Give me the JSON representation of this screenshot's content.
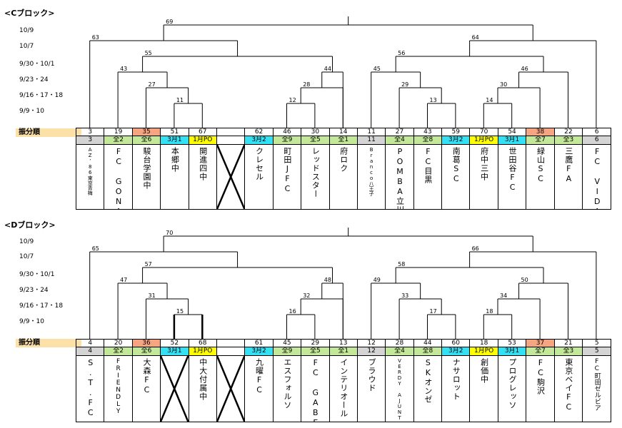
{
  "dates": [
    "10/9",
    "10/7",
    "9/30・10/1",
    "9/23・24",
    "9/16・17・18",
    "9/9・10"
  ],
  "alloc_label": "振分順",
  "colors": {
    "green": "#c4e89a",
    "cyan": "#33e0f4",
    "yellow": "#ffff00",
    "orange": "#f5a582",
    "gray": "#d4d4d4",
    "alloc_bg": "#fbe0a8"
  },
  "blocks": [
    {
      "title": "<Cブロック>",
      "seeds": [
        "3",
        "19",
        "35",
        "51",
        "67",
        "",
        "62",
        "46",
        "30",
        "14",
        "11",
        "27",
        "43",
        "59",
        "70",
        "54",
        "38",
        "22",
        "6"
      ],
      "seed_colors": [
        "",
        "",
        "orange",
        "",
        "",
        "",
        "",
        "",
        "",
        "",
        "",
        "",
        "",
        "",
        "",
        "",
        "orange",
        "",
        ""
      ],
      "alloc": [
        "3",
        "全2",
        "全6",
        "3月1",
        "1月PO",
        "",
        "3月2",
        "全9",
        "全5",
        "全1",
        "11",
        "全4",
        "全8",
        "3月2",
        "1月PO",
        "3月1",
        "全7",
        "全3",
        "6"
      ],
      "alloc_colors": [
        "gray",
        "green",
        "green",
        "cyan",
        "yellow",
        "",
        "cyan",
        "green",
        "green",
        "green",
        "gray",
        "green",
        "green",
        "cyan",
        "yellow",
        "cyan",
        "green",
        "green",
        "gray"
      ],
      "teams": [
        "AZ’86東京青梅",
        "FC GONA",
        "駿台学園中",
        "本郷中",
        "開進四中",
        "",
        "クレセル",
        "町田JFC",
        "レッドスター",
        "府ロク",
        "Branco八王子",
        "POMBA立川",
        "FC目黒",
        "南葛SC",
        "府中三中",
        "世田谷FC",
        "緑山SC",
        "三鷹FA",
        "FC VIDA"
      ],
      "team_sizes": [
        "sm",
        "",
        "",
        "",
        "",
        "",
        "",
        "",
        "",
        "",
        "sm",
        "",
        "",
        "",
        "",
        "",
        "",
        "",
        ""
      ],
      "matches": [
        "69",
        "63",
        "64",
        "55",
        "56",
        "43",
        "44",
        "45",
        "46",
        "27",
        "28",
        "29",
        "30",
        "11",
        "12",
        "13",
        "14"
      ]
    },
    {
      "title": "<Dブロック>",
      "seeds": [
        "4",
        "20",
        "36",
        "52",
        "68",
        "",
        "61",
        "45",
        "29",
        "13",
        "12",
        "28",
        "44",
        "60",
        "18",
        "53",
        "37",
        "21",
        "5"
      ],
      "seed_colors": [
        "",
        "",
        "orange",
        "",
        "",
        "",
        "",
        "",
        "",
        "",
        "",
        "",
        "",
        "",
        "",
        "",
        "orange",
        "",
        ""
      ],
      "alloc": [
        "4",
        "全2",
        "全6",
        "3月1",
        "1月PO",
        "",
        "3月2",
        "全9",
        "全5",
        "全1",
        "12",
        "全4",
        "全8",
        "3月2",
        "1月PO",
        "3月1",
        "全7",
        "全3",
        "5"
      ],
      "alloc_colors": [
        "gray",
        "green",
        "green",
        "cyan",
        "yellow",
        "",
        "cyan",
        "green",
        "green",
        "green",
        "gray",
        "green",
        "green",
        "cyan",
        "yellow",
        "cyan",
        "green",
        "green",
        "gray"
      ],
      "teams": [
        "S.T.FC",
        "FRIENDLY",
        "大森FC",
        "",
        "中大付属中",
        "",
        "九曜FC",
        "エスフォルソ",
        "FC GABE",
        "インテリオール",
        "ブラウド",
        "VERDY AJUNT",
        "SKオンゼ",
        "ナサロット",
        "創価中",
        "プログレッソ",
        "FC駒沢",
        "東京ベイFC",
        "FC町田ゼルビア"
      ],
      "team_sizes": [
        "",
        "md",
        "",
        "",
        "",
        "",
        "",
        "",
        "",
        "",
        "",
        "sm",
        "",
        "",
        "",
        "",
        "",
        "",
        "md"
      ],
      "matches": [
        "70",
        "65",
        "66",
        "57",
        "58",
        "47",
        "48",
        "49",
        "50",
        "31",
        "32",
        "33",
        "34",
        "15",
        "16",
        "17",
        "18"
      ]
    }
  ]
}
